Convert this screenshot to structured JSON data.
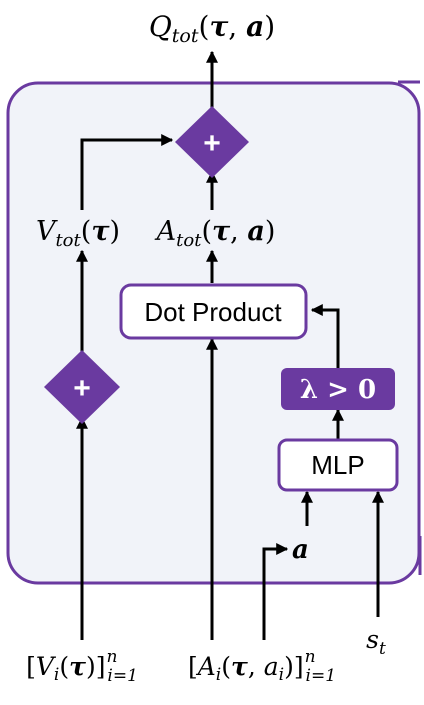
{
  "labels": {
    "q_tot": "Q_tot(τ, a)",
    "v_tot": "V_tot(τ)",
    "a_tot": "A_tot(τ, a)",
    "a": "a",
    "v_inputs": "[V_i(τ)]_{i=1}^n",
    "a_inputs": "[A_i(τ, a_i)]_{i=1}^n",
    "s_t": "s_t"
  },
  "nodes": {
    "plus_top": "+",
    "plus_left": "+",
    "dot_product": "Dot Product",
    "lambda": "λ > 0",
    "mlp": "MLP"
  },
  "colors": {
    "purple": "#6a3aa0",
    "panel_fill": "#f1f3f9",
    "arrow": "#000000"
  }
}
